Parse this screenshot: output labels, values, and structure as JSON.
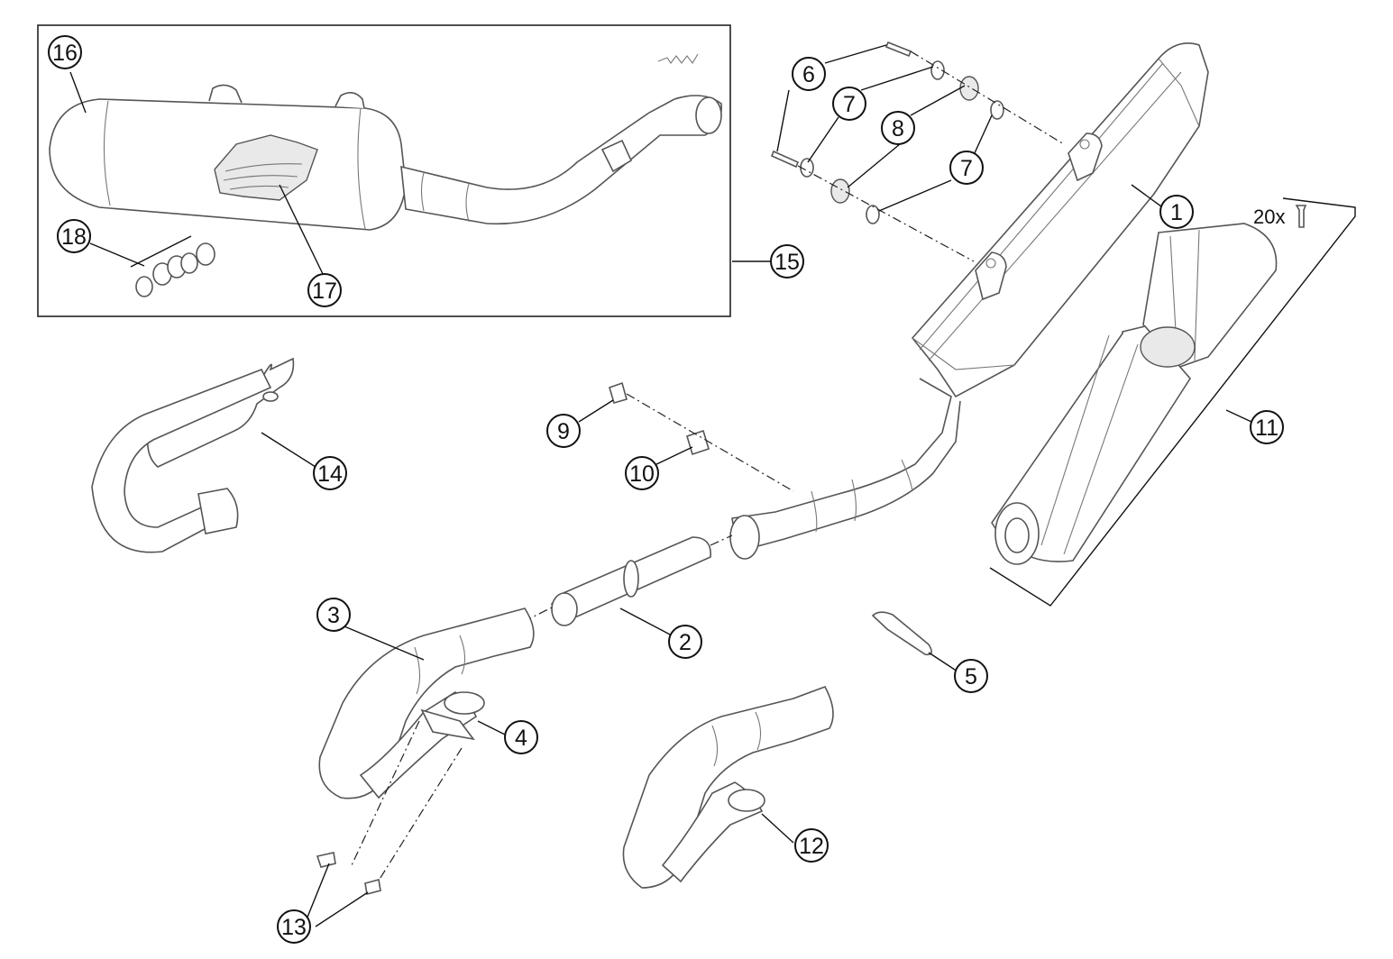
{
  "callouts": {
    "c1": "1",
    "c2": "2",
    "c3": "3",
    "c4": "4",
    "c5": "5",
    "c6": "6",
    "c7a": "7",
    "c7b": "7",
    "c7c": "7",
    "c8": "8",
    "c9": "9",
    "c10": "10",
    "c11": "11",
    "c12": "12",
    "c13": "13",
    "c14": "14",
    "c15": "15",
    "c16": "16",
    "c17": "17",
    "c18": "18"
  },
  "screw_quantity_label": "20x"
}
